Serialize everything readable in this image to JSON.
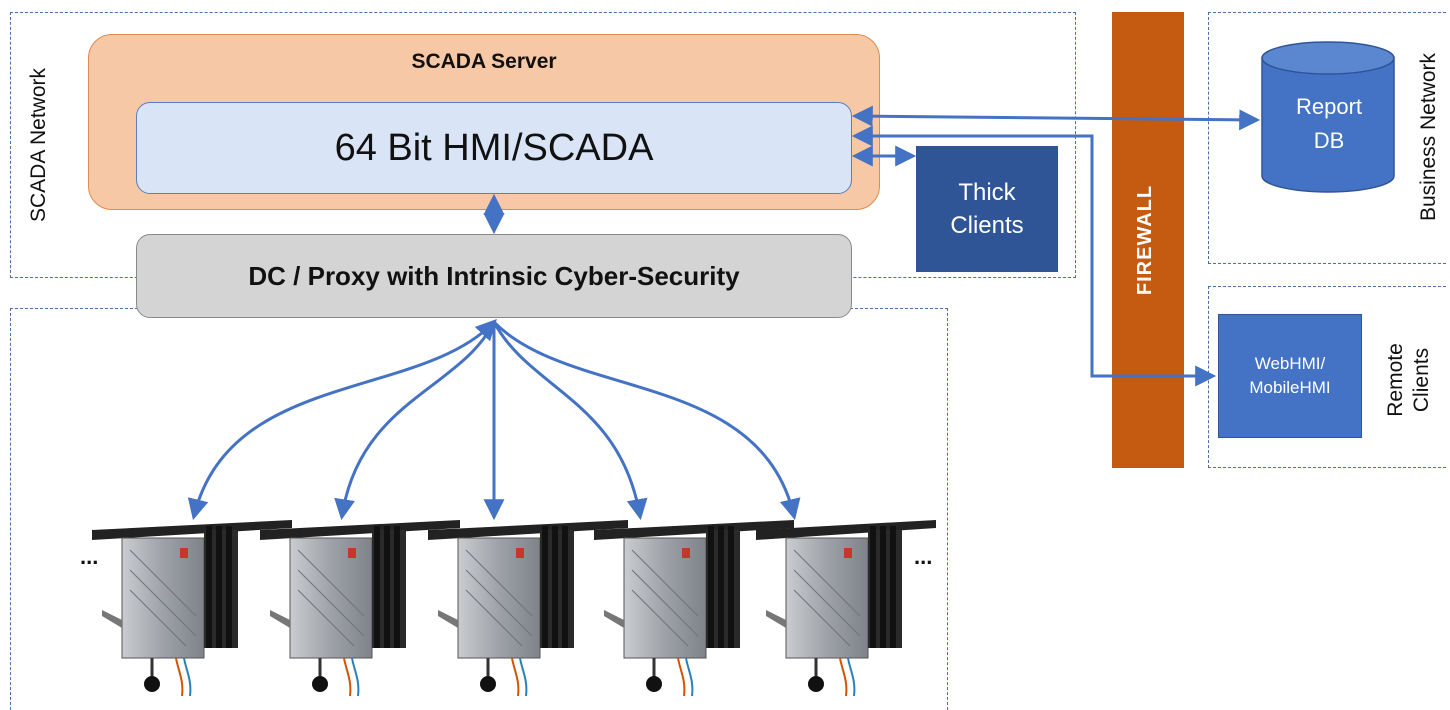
{
  "zones": {
    "scada_network": "SCADA Network",
    "business_network": "Business Network",
    "remote_clients": "Remote\nClients"
  },
  "scada_server": {
    "title": "SCADA Server",
    "hmi": "64 Bit HMI/SCADA"
  },
  "proxy": "DC / Proxy with Intrinsic Cyber-Security",
  "thick_clients": "Thick\nClients",
  "firewall": "FIREWALL",
  "report_db": "Report\nDB",
  "web_hmi": "WebHMI/\nMobileHMI",
  "field_devices": {
    "left_ellipsis": "...",
    "right_ellipsis": "...",
    "count": 5
  },
  "colors": {
    "server_fill": "#f7c8a5",
    "hmi_fill": "#d9e4f6",
    "proxy_fill": "#d4d4d4",
    "thick_clients_fill": "#2f5597",
    "firewall_fill": "#c55a11",
    "db_fill": "#4472c4",
    "arrow": "#4472c4"
  }
}
